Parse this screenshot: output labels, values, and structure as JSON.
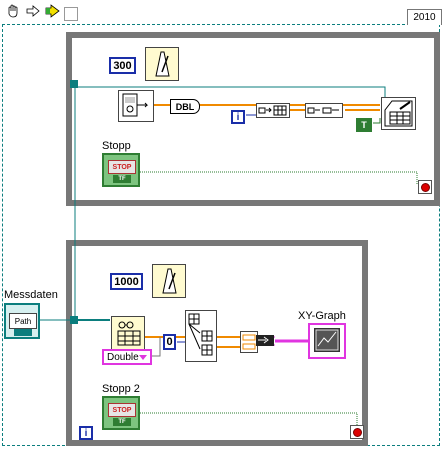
{
  "toolbar": {
    "icons": [
      "hand-icon",
      "arrow-right-icon",
      "run-icon"
    ]
  },
  "version_tab": "2010",
  "loop1": {
    "wait_ms": "300",
    "conversion_label": "DBL",
    "iteration_terminal": "i",
    "bool_constant": "T",
    "stop_label": "Stopp",
    "stop_button_text": "STOP",
    "stop_tf": "TF"
  },
  "loop2": {
    "wait_ms": "1000",
    "path_control_label": "Messdaten",
    "path_text": "Path",
    "type_selector": "Double",
    "index_constant": "0",
    "graph_label": "XY-Graph",
    "stop_label": "Stopp 2",
    "stop_button_text": "STOP",
    "stop_tf": "TF",
    "iteration_terminal": "i"
  },
  "colors": {
    "loop_border": "#777777",
    "numeric_wire": "#f08a00",
    "path_wire": "#0b7e7e",
    "cluster_wire": "#e035e0",
    "bool_wire": "#2e7d32",
    "constant_blue": "#1a2ea8"
  }
}
